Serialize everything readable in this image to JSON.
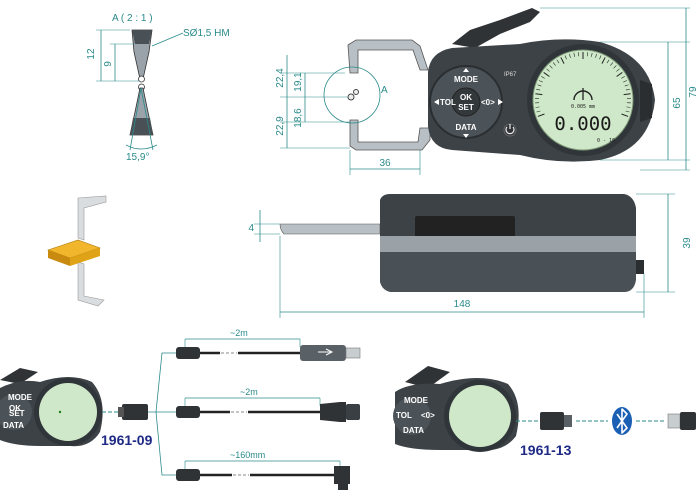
{
  "colors": {
    "dimension": "#2b8a8a",
    "gauge_body": "#3c4246",
    "display": "#cfe8c9",
    "part_number": "#1f2a86",
    "workpiece": "#e0a317",
    "bluetooth": "#1a5fb4"
  },
  "detail": {
    "title": "A ( 2 : 1 )",
    "ball_note": "SØ1,5 HM",
    "dim_12": "12",
    "dim_9": "9",
    "angle": "15,9°"
  },
  "front_view": {
    "dim_22_4": "22,4",
    "dim_19_1": "19,1",
    "dim_22_9": "22,9",
    "dim_18_6": "18,6",
    "dim_36": "36",
    "dim_65": "65",
    "dim_79": "79",
    "detail_marker": "A",
    "buttons": {
      "mode": "MODE",
      "tol": "TOL",
      "ok": "OK",
      "set": "SET",
      "zero": "<0>",
      "data": "DATA"
    },
    "ip_label": "IP67",
    "display_reading": "0.000",
    "display_resolution": "0.005 mm",
    "display_range": "0 - 10"
  },
  "side_view": {
    "dim_4": "4",
    "dim_39": "39",
    "dim_148": "148"
  },
  "accessories": {
    "left_part": "1961-09",
    "right_part": "1961-13",
    "cable_usb_length": "~2m",
    "cable_rs232_length": "~2m",
    "cable_short_length": "~160mm",
    "gauge_small_buttons": {
      "mode": "MODE",
      "data": "DATA",
      "ok": "OK",
      "set": "SET",
      "tol": "TOL",
      "zero": "<0>"
    }
  }
}
